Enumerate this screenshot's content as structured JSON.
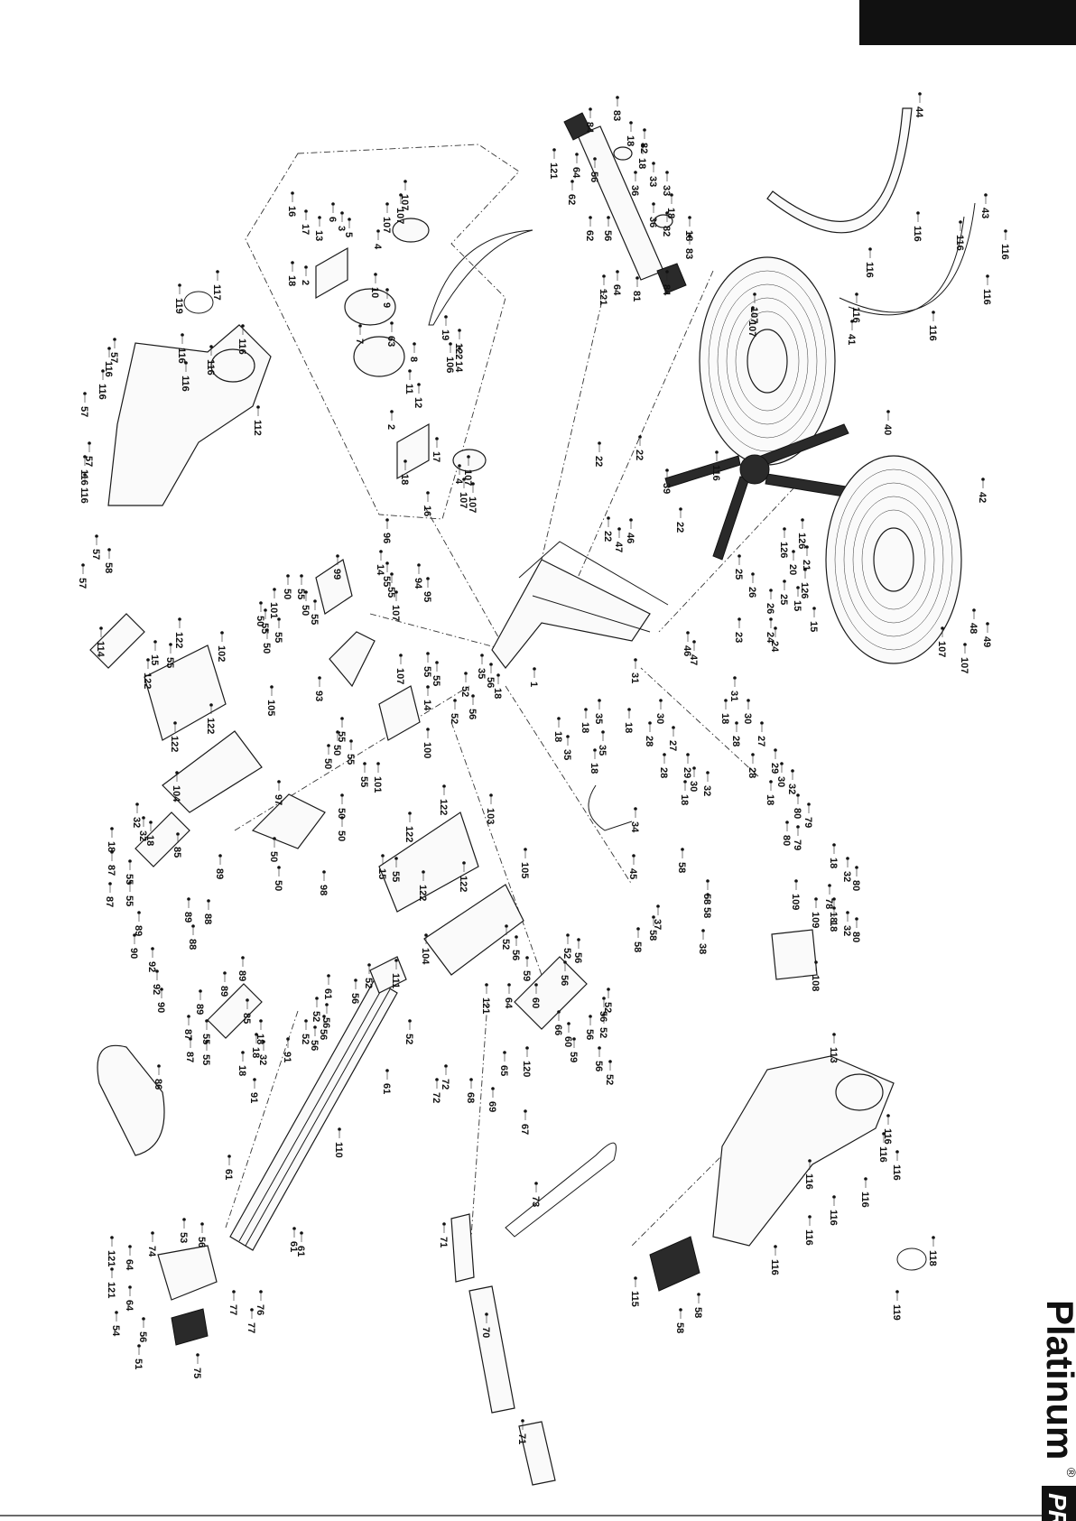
{
  "page": {
    "brand_name": "Platinum",
    "brand_mark": "®",
    "brand_suffix": "PRO"
  },
  "callouts": [
    {
      "id": "c1",
      "text": "44"
    },
    {
      "id": "c2",
      "text": "43"
    },
    {
      "id": "c3",
      "text": "116"
    },
    {
      "id": "c4",
      "text": "116"
    },
    {
      "id": "c5",
      "text": "116"
    },
    {
      "id": "c6",
      "text": "116"
    },
    {
      "id": "c7",
      "text": "116"
    },
    {
      "id": "c8",
      "text": "116"
    },
    {
      "id": "c9",
      "text": "116"
    },
    {
      "id": "c10",
      "text": "107"
    },
    {
      "id": "c11",
      "text": "107"
    },
    {
      "id": "c12",
      "text": "41"
    },
    {
      "id": "c13",
      "text": "116"
    },
    {
      "id": "c14",
      "text": "40"
    },
    {
      "id": "c15",
      "text": "42"
    },
    {
      "id": "c16",
      "text": "107"
    },
    {
      "id": "c17",
      "text": "107"
    },
    {
      "id": "c18",
      "text": "48"
    },
    {
      "id": "c19",
      "text": "49"
    },
    {
      "id": "c20",
      "text": "83"
    },
    {
      "id": "c21",
      "text": "84"
    },
    {
      "id": "c22",
      "text": "18"
    },
    {
      "id": "c23",
      "text": "82"
    },
    {
      "id": "c24",
      "text": "18"
    },
    {
      "id": "c25",
      "text": "36"
    },
    {
      "id": "c26",
      "text": "33"
    },
    {
      "id": "c27",
      "text": "33"
    },
    {
      "id": "c28",
      "text": "36"
    },
    {
      "id": "c29",
      "text": "18"
    },
    {
      "id": "c30",
      "text": "82"
    },
    {
      "id": "c31",
      "text": "18"
    },
    {
      "id": "c32",
      "text": "83"
    },
    {
      "id": "c33",
      "text": "84"
    },
    {
      "id": "c34",
      "text": "81"
    },
    {
      "id": "c35",
      "text": "121"
    },
    {
      "id": "c36",
      "text": "64"
    },
    {
      "id": "c37",
      "text": "56"
    },
    {
      "id": "c38",
      "text": "62"
    },
    {
      "id": "c39",
      "text": "62"
    },
    {
      "id": "c40",
      "text": "56"
    },
    {
      "id": "c41",
      "text": "121"
    },
    {
      "id": "c42",
      "text": "64"
    },
    {
      "id": "c43",
      "text": "107"
    },
    {
      "id": "c44",
      "text": "107"
    },
    {
      "id": "c45",
      "text": "107"
    },
    {
      "id": "c46",
      "text": "16"
    },
    {
      "id": "c47",
      "text": "17"
    },
    {
      "id": "c48",
      "text": "13"
    },
    {
      "id": "c49",
      "text": "3"
    },
    {
      "id": "c50",
      "text": "6"
    },
    {
      "id": "c51",
      "text": "5"
    },
    {
      "id": "c52",
      "text": "4"
    },
    {
      "id": "c53",
      "text": "18"
    },
    {
      "id": "c54",
      "text": "2"
    },
    {
      "id": "c55",
      "text": "10"
    },
    {
      "id": "c56",
      "text": "9"
    },
    {
      "id": "c57",
      "text": "7"
    },
    {
      "id": "c58",
      "text": "63"
    },
    {
      "id": "c59",
      "text": "8"
    },
    {
      "id": "c60",
      "text": "19"
    },
    {
      "id": "c61",
      "text": "122"
    },
    {
      "id": "c62",
      "text": "106"
    },
    {
      "id": "c63",
      "text": "14"
    },
    {
      "id": "c64",
      "text": "11"
    },
    {
      "id": "c65",
      "text": "12"
    },
    {
      "id": "c66",
      "text": "2"
    },
    {
      "id": "c67",
      "text": "17"
    },
    {
      "id": "c68",
      "text": "18"
    },
    {
      "id": "c69",
      "text": "16"
    },
    {
      "id": "c70",
      "text": "4"
    },
    {
      "id": "c71",
      "text": "107"
    },
    {
      "id": "c72",
      "text": "107"
    },
    {
      "id": "c73",
      "text": "107"
    },
    {
      "id": "c74",
      "text": "117"
    },
    {
      "id": "c75",
      "text": "119"
    },
    {
      "id": "c76",
      "text": "116"
    },
    {
      "id": "c77",
      "text": "57"
    },
    {
      "id": "c78",
      "text": "116"
    },
    {
      "id": "c79",
      "text": "116"
    },
    {
      "id": "c80",
      "text": "116"
    },
    {
      "id": "c81",
      "text": "116"
    },
    {
      "id": "c82",
      "text": "116"
    },
    {
      "id": "c83",
      "text": "57"
    },
    {
      "id": "c84",
      "text": "112"
    },
    {
      "id": "c85",
      "text": "57"
    },
    {
      "id": "c86",
      "text": "116"
    },
    {
      "id": "c87",
      "text": "116"
    },
    {
      "id": "c88",
      "text": "22"
    },
    {
      "id": "c89",
      "text": "22"
    },
    {
      "id": "c90",
      "text": "39"
    },
    {
      "id": "c91",
      "text": "22"
    },
    {
      "id": "c92",
      "text": "22"
    },
    {
      "id": "c93",
      "text": "47"
    },
    {
      "id": "c94",
      "text": "46"
    },
    {
      "id": "c95",
      "text": "126"
    },
    {
      "id": "c96",
      "text": "126"
    },
    {
      "id": "c97",
      "text": "20"
    },
    {
      "id": "c98",
      "text": "21"
    },
    {
      "id": "c99",
      "text": "126"
    },
    {
      "id": "c100",
      "text": "25"
    },
    {
      "id": "c101",
      "text": "26"
    },
    {
      "id": "c102",
      "text": "25"
    },
    {
      "id": "c103",
      "text": "15"
    },
    {
      "id": "c104",
      "text": "26"
    },
    {
      "id": "c105",
      "text": "15"
    },
    {
      "id": "c106",
      "text": "23"
    },
    {
      "id": "c107",
      "text": "24"
    },
    {
      "id": "c108",
      "text": "24"
    },
    {
      "id": "c109",
      "text": "96"
    },
    {
      "id": "c110",
      "text": "99"
    },
    {
      "id": "c111",
      "text": "14"
    },
    {
      "id": "c112",
      "text": "55"
    },
    {
      "id": "c113",
      "text": "55"
    },
    {
      "id": "c114",
      "text": "107"
    },
    {
      "id": "c115",
      "text": "94"
    },
    {
      "id": "c116",
      "text": "95"
    },
    {
      "id": "c117",
      "text": "50"
    },
    {
      "id": "c118",
      "text": "55"
    },
    {
      "id": "c119",
      "text": "50"
    },
    {
      "id": "c120",
      "text": "101"
    },
    {
      "id": "c121",
      "text": "50"
    },
    {
      "id": "c122",
      "text": "55"
    },
    {
      "id": "c123",
      "text": "55"
    },
    {
      "id": "c124",
      "text": "50"
    },
    {
      "id": "c125",
      "text": "55"
    },
    {
      "id": "c126",
      "text": "107"
    },
    {
      "id": "c127",
      "text": "55"
    },
    {
      "id": "c128",
      "text": "55"
    },
    {
      "id": "c129",
      "text": "14"
    },
    {
      "id": "c130",
      "text": "93"
    },
    {
      "id": "c131",
      "text": "100"
    },
    {
      "id": "c132",
      "text": "55"
    },
    {
      "id": "c133",
      "text": "50"
    },
    {
      "id": "c134",
      "text": "55"
    },
    {
      "id": "c135",
      "text": "50"
    },
    {
      "id": "c136",
      "text": "55"
    },
    {
      "id": "c137",
      "text": "101"
    },
    {
      "id": "c138",
      "text": "35"
    },
    {
      "id": "c139",
      "text": "56"
    },
    {
      "id": "c140",
      "text": "18"
    },
    {
      "id": "c141",
      "text": "52"
    },
    {
      "id": "c142",
      "text": "56"
    },
    {
      "id": "c143",
      "text": "52"
    },
    {
      "id": "c144",
      "text": "1"
    },
    {
      "id": "c145",
      "text": "46"
    },
    {
      "id": "c146",
      "text": "47"
    },
    {
      "id": "c147",
      "text": "35"
    },
    {
      "id": "c148",
      "text": "18"
    },
    {
      "id": "c149",
      "text": "18"
    },
    {
      "id": "c150",
      "text": "35"
    },
    {
      "id": "c151",
      "text": "35"
    },
    {
      "id": "c152",
      "text": "18"
    },
    {
      "id": "c153",
      "text": "31"
    },
    {
      "id": "c154",
      "text": "30"
    },
    {
      "id": "c155",
      "text": "18"
    },
    {
      "id": "c156",
      "text": "28"
    },
    {
      "id": "c157",
      "text": "27"
    },
    {
      "id": "c158",
      "text": "28"
    },
    {
      "id": "c159",
      "text": "29"
    },
    {
      "id": "c160",
      "text": "30"
    },
    {
      "id": "c161",
      "text": "32"
    },
    {
      "id": "c162",
      "text": "18"
    },
    {
      "id": "c163",
      "text": "31"
    },
    {
      "id": "c164",
      "text": "30"
    },
    {
      "id": "c165",
      "text": "18"
    },
    {
      "id": "c166",
      "text": "28"
    },
    {
      "id": "c167",
      "text": "27"
    },
    {
      "id": "c168",
      "text": "28"
    },
    {
      "id": "c169",
      "text": "29"
    },
    {
      "id": "c170",
      "text": "30"
    },
    {
      "id": "c171",
      "text": "32"
    },
    {
      "id": "c172",
      "text": "18"
    },
    {
      "id": "c173",
      "text": "34"
    },
    {
      "id": "c174",
      "text": "80"
    },
    {
      "id": "c175",
      "text": "79"
    },
    {
      "id": "c176",
      "text": "80"
    },
    {
      "id": "c177",
      "text": "79"
    },
    {
      "id": "c178",
      "text": "18"
    },
    {
      "id": "c179",
      "text": "32"
    },
    {
      "id": "c180",
      "text": "80"
    },
    {
      "id": "c181",
      "text": "78"
    },
    {
      "id": "c182",
      "text": "18"
    },
    {
      "id": "c183",
      "text": "109"
    },
    {
      "id": "c184",
      "text": "109"
    },
    {
      "id": "c185",
      "text": "18"
    },
    {
      "id": "c186",
      "text": "32"
    },
    {
      "id": "c187",
      "text": "80"
    },
    {
      "id": "c188",
      "text": "108"
    },
    {
      "id": "c189",
      "text": "58"
    },
    {
      "id": "c190",
      "text": "45"
    },
    {
      "id": "c191",
      "text": "58"
    },
    {
      "id": "c192",
      "text": "37"
    },
    {
      "id": "c193",
      "text": "58"
    },
    {
      "id": "c194",
      "text": "58"
    },
    {
      "id": "c195",
      "text": "38"
    },
    {
      "id": "c196",
      "text": "58"
    },
    {
      "id": "c197",
      "text": "57"
    },
    {
      "id": "c198",
      "text": "58"
    },
    {
      "id": "c199",
      "text": "57"
    },
    {
      "id": "c200",
      "text": "114"
    },
    {
      "id": "c201",
      "text": "102"
    },
    {
      "id": "c202",
      "text": "122"
    },
    {
      "id": "c203",
      "text": "15"
    },
    {
      "id": "c204",
      "text": "55"
    },
    {
      "id": "c205",
      "text": "122"
    },
    {
      "id": "c206",
      "text": "122"
    },
    {
      "id": "c207",
      "text": "122"
    },
    {
      "id": "c208",
      "text": "105"
    },
    {
      "id": "c209",
      "text": "104"
    },
    {
      "id": "c210",
      "text": "97"
    },
    {
      "id": "c211",
      "text": "50"
    },
    {
      "id": "c212",
      "text": "50"
    },
    {
      "id": "c213",
      "text": "50"
    },
    {
      "id": "c214",
      "text": "50"
    },
    {
      "id": "c215",
      "text": "98"
    },
    {
      "id": "c216",
      "text": "122"
    },
    {
      "id": "c217",
      "text": "103"
    },
    {
      "id": "c218",
      "text": "122"
    },
    {
      "id": "c219",
      "text": "15"
    },
    {
      "id": "c220",
      "text": "55"
    },
    {
      "id": "c221",
      "text": "122"
    },
    {
      "id": "c222",
      "text": "122"
    },
    {
      "id": "c223",
      "text": "105"
    },
    {
      "id": "c224",
      "text": "104"
    },
    {
      "id": "c225",
      "text": "32"
    },
    {
      "id": "c226",
      "text": "32"
    },
    {
      "id": "c227",
      "text": "18"
    },
    {
      "id": "c228",
      "text": "18"
    },
    {
      "id": "c229",
      "text": "85"
    },
    {
      "id": "c230",
      "text": "87"
    },
    {
      "id": "c231",
      "text": "55"
    },
    {
      "id": "c232",
      "text": "87"
    },
    {
      "id": "c233",
      "text": "55"
    },
    {
      "id": "c234",
      "text": "89"
    },
    {
      "id": "c235",
      "text": "89"
    },
    {
      "id": "c236",
      "text": "88"
    },
    {
      "id": "c237",
      "text": "89"
    },
    {
      "id": "c238",
      "text": "88"
    },
    {
      "id": "c239",
      "text": "90"
    },
    {
      "id": "c240",
      "text": "92"
    },
    {
      "id": "c241",
      "text": "89"
    },
    {
      "id": "c242",
      "text": "92"
    },
    {
      "id": "c243",
      "text": "90"
    },
    {
      "id": "c244",
      "text": "89"
    },
    {
      "id": "c245",
      "text": "89"
    },
    {
      "id": "c246",
      "text": "85"
    },
    {
      "id": "c247",
      "text": "87"
    },
    {
      "id": "c248",
      "text": "55"
    },
    {
      "id": "c249",
      "text": "87"
    },
    {
      "id": "c250",
      "text": "55"
    },
    {
      "id": "c251",
      "text": "18"
    },
    {
      "id": "c252",
      "text": "18"
    },
    {
      "id": "c253",
      "text": "32"
    },
    {
      "id": "c254",
      "text": "91"
    },
    {
      "id": "c255",
      "text": "18"
    },
    {
      "id": "c256",
      "text": "91"
    },
    {
      "id": "c257",
      "text": "86"
    },
    {
      "id": "c258",
      "text": "61"
    },
    {
      "id": "c259",
      "text": "52"
    },
    {
      "id": "c260",
      "text": "111"
    },
    {
      "id": "c261",
      "text": "56"
    },
    {
      "id": "c262",
      "text": "52"
    },
    {
      "id": "c263",
      "text": "56"
    },
    {
      "id": "c264",
      "text": "56"
    },
    {
      "id": "c265",
      "text": "52"
    },
    {
      "id": "c266",
      "text": "56"
    },
    {
      "id": "c267",
      "text": "52"
    },
    {
      "id": "c268",
      "text": "61"
    },
    {
      "id": "c269",
      "text": "110"
    },
    {
      "id": "c270",
      "text": "61"
    },
    {
      "id": "c271",
      "text": "61"
    },
    {
      "id": "c272",
      "text": "52"
    },
    {
      "id": "c273",
      "text": "56"
    },
    {
      "id": "c274",
      "text": "59"
    },
    {
      "id": "c275",
      "text": "52"
    },
    {
      "id": "c276",
      "text": "56"
    },
    {
      "id": "c277",
      "text": "56"
    },
    {
      "id": "c278",
      "text": "60"
    },
    {
      "id": "c279",
      "text": "52"
    },
    {
      "id": "c280",
      "text": "56"
    },
    {
      "id": "c281",
      "text": "52"
    },
    {
      "id": "c282",
      "text": "56"
    },
    {
      "id": "c283",
      "text": "121"
    },
    {
      "id": "c284",
      "text": "64"
    },
    {
      "id": "c285",
      "text": "66"
    },
    {
      "id": "c286",
      "text": "60"
    },
    {
      "id": "c287",
      "text": "65"
    },
    {
      "id": "c288",
      "text": "120"
    },
    {
      "id": "c289",
      "text": "59"
    },
    {
      "id": "c290",
      "text": "56"
    },
    {
      "id": "c291",
      "text": "52"
    },
    {
      "id": "c292",
      "text": "72"
    },
    {
      "id": "c293",
      "text": "72"
    },
    {
      "id": "c294",
      "text": "68"
    },
    {
      "id": "c295",
      "text": "69"
    },
    {
      "id": "c296",
      "text": "67"
    },
    {
      "id": "c297",
      "text": "73"
    },
    {
      "id": "c298",
      "text": "71"
    },
    {
      "id": "c299",
      "text": "70"
    },
    {
      "id": "c300",
      "text": "71"
    },
    {
      "id": "c301",
      "text": "113"
    },
    {
      "id": "c302",
      "text": "116"
    },
    {
      "id": "c303",
      "text": "116"
    },
    {
      "id": "c304",
      "text": "116"
    },
    {
      "id": "c305",
      "text": "116"
    },
    {
      "id": "c306",
      "text": "116"
    },
    {
      "id": "c307",
      "text": "116"
    },
    {
      "id": "c308",
      "text": "116"
    },
    {
      "id": "c309",
      "text": "116"
    },
    {
      "id": "c310",
      "text": "118"
    },
    {
      "id": "c311",
      "text": "119"
    },
    {
      "id": "c312",
      "text": "115"
    },
    {
      "id": "c313",
      "text": "58"
    },
    {
      "id": "c314",
      "text": "58"
    },
    {
      "id": "c315",
      "text": "74"
    },
    {
      "id": "c316",
      "text": "53"
    },
    {
      "id": "c317",
      "text": "56"
    },
    {
      "id": "c318",
      "text": "121"
    },
    {
      "id": "c319",
      "text": "64"
    },
    {
      "id": "c320",
      "text": "121"
    },
    {
      "id": "c321",
      "text": "64"
    },
    {
      "id": "c322",
      "text": "54"
    },
    {
      "id": "c323",
      "text": "56"
    },
    {
      "id": "c324",
      "text": "77"
    },
    {
      "id": "c325",
      "text": "77"
    },
    {
      "id": "c326",
      "text": "76"
    },
    {
      "id": "c327",
      "text": "51"
    },
    {
      "id": "c328",
      "text": "75"
    },
    {
      "id": "c329",
      "text": "61"
    }
  ]
}
